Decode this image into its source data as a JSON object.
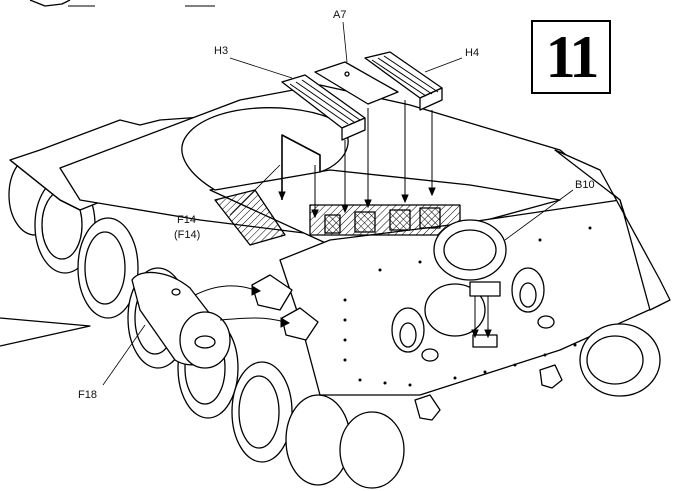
{
  "step": {
    "number": "11"
  },
  "labels": {
    "a7": "A7",
    "h3": "H3",
    "h4": "H4",
    "b10": "B10",
    "f14": "F14",
    "f14_paren": "(F14)",
    "f18": "F18"
  }
}
